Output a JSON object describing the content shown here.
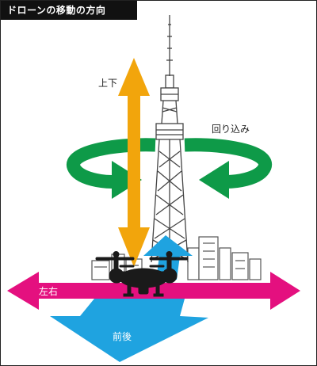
{
  "title": "ドローンの移動の方向",
  "labels": {
    "up_down": "上下",
    "rotate": "回り込み",
    "left_right": "左右",
    "forward_back": "前後"
  },
  "colors": {
    "title_bg": "#111111",
    "up_down": "#F2A50C",
    "rotate": "#0E9A48",
    "left_right": "#E4107F",
    "forward_back": "#1FA3E0",
    "drone": "#1A1A1A",
    "tower_line": "#444444"
  },
  "icons": {
    "drone": "quadcopter-icon",
    "tower": "broadcast-tower"
  }
}
